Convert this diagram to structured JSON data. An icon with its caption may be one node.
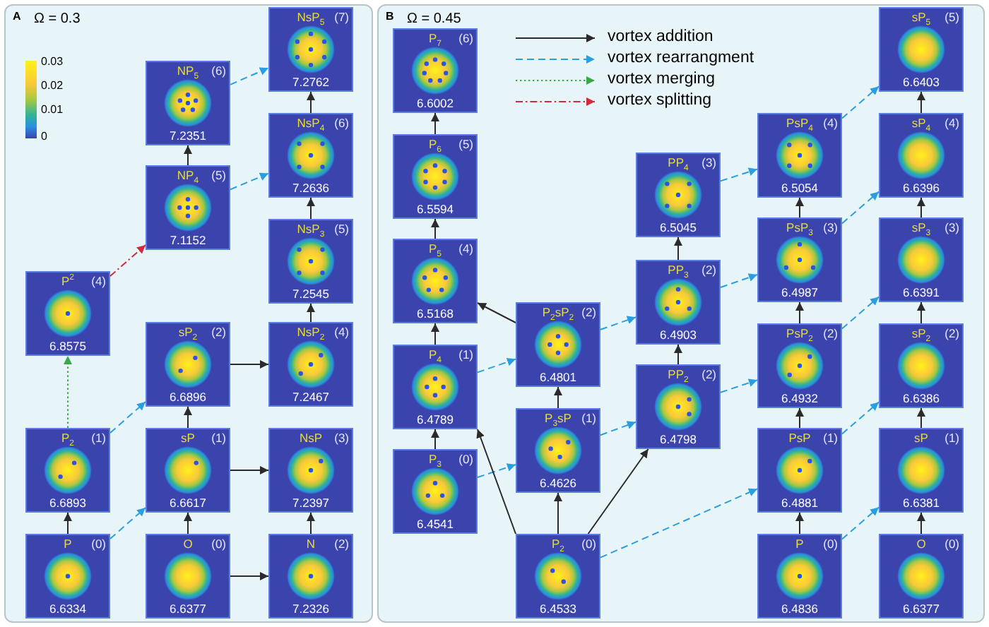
{
  "diagram": {
    "nodes": [
      {
        "text": [
          "A",
          "Ω = 0.3"
        ]
      },
      {
        "text": [
          "NsP$_{5}$",
          "(7)",
          "7.2762"
        ],
        "in": 0
      },
      {
        "text": [
          "NP$_{5}$",
          "(6)",
          "7.2351"
        ],
        "in": 0
      },
      {
        "text": [
          "NsP$_{4}$",
          "(6)",
          "7.2636"
        ],
        "in": 0
      },
      {
        "text": [
          "NP$_{4}$",
          "(5)",
          "7.1152"
        ],
        "in": 0
      },
      {
        "text": [
          "NsP$_{3}$",
          "(5)",
          "7.2545"
        ],
        "in": 0
      },
      {
        "text": [
          "P$^{2}$",
          "(4)",
          "6.8575"
        ],
        "in": 0
      },
      {
        "text": [
          "sP$_{2}$",
          "(2)",
          "6.6896"
        ],
        "in": 0
      },
      {
        "text": [
          "NsP$_{2}$",
          "(4)",
          "7.2467"
        ],
        "in": 0
      },
      {
        "text": [
          "P$_{2}$",
          "(1)",
          "6.6893"
        ],
        "in": 0
      },
      {
        "text": [
          "sP",
          "(1)",
          "6.6617"
        ],
        "in": 0
      },
      {
        "text": [
          "NsP",
          "(3)",
          "7.2397"
        ],
        "in": 0
      },
      {
        "text": [
          "P",
          "(0)",
          "6.6334"
        ],
        "in": 0
      },
      {
        "text": [
          "O",
          "(0)",
          "6.6377"
        ],
        "in": 0
      },
      {
        "text": [
          "N",
          "(2)",
          "7.2326"
        ],
        "in": 0
      },
      {
        "text": [
          "B",
          "Ω = 0.45"
        ]
      },
      {
        "text": [
          "sP$_{5}$",
          "(5)",
          "6.6403"
        ],
        "in": 15
      },
      {
        "text": [
          "P$_{7}$",
          "(6)",
          "6.6002"
        ],
        "in": 15
      },
      {
        "text": [
          "PsP$_{4}$",
          "(4)",
          "6.5054"
        ],
        "in": 15
      },
      {
        "text": [
          "sP$_{4}$",
          "(4)",
          "6.6396"
        ],
        "in": 15
      },
      {
        "text": [
          "P$_{6}$",
          "(5)",
          "6.5594"
        ],
        "in": 15
      },
      {
        "text": [
          "PP$_{4}$",
          "(3)",
          "6.5045"
        ],
        "in": 15
      },
      {
        "text": [
          "PsP$_{3}$",
          "(3)",
          "6.4987"
        ],
        "in": 15
      },
      {
        "text": [
          "sP$_{3}$",
          "(3)",
          "6.6391"
        ],
        "in": 15
      },
      {
        "text": [
          "P$_{5}$",
          "(4)",
          "6.5168"
        ],
        "in": 15
      },
      {
        "text": [
          "PP$_{3}$",
          "(2)",
          "6.4903"
        ],
        "in": 15
      },
      {
        "text": [
          "P$_{2}$sP$_{2}$",
          "(2)",
          "6.4801"
        ],
        "in": 15
      },
      {
        "text": [
          "PsP$_{2}$",
          "(2)",
          "6.4932"
        ],
        "in": 15
      },
      {
        "text": [
          "sP$_{2}$",
          "(2)",
          "6.6386"
        ],
        "in": 15
      },
      {
        "text": [
          "P$_{4}$",
          "(1)",
          "6.4789"
        ],
        "in": 15
      },
      {
        "text": [
          "PP$_{2}$",
          "(2)",
          "6.4798"
        ],
        "in": 15
      },
      {
        "text": [
          "P$_{3}$sP",
          "(1)",
          "6.4626"
        ],
        "in": 15
      },
      {
        "text": [
          "PsP",
          "(1)",
          "6.4881"
        ],
        "in": 15
      },
      {
        "text": [
          "sP",
          "(1)",
          "6.6381"
        ],
        "in": 15
      },
      {
        "text": [
          "P$_{3}$",
          "(0)",
          "6.4541"
        ],
        "in": 15
      },
      {
        "text": [
          "P$_{2}$",
          "(0)",
          "6.4533"
        ],
        "in": 15
      },
      {
        "text": [
          "P",
          "(0)",
          "6.4836"
        ],
        "in": 15
      },
      {
        "text": [
          "O",
          "(0)",
          "6.6377"
        ],
        "in": 15
      }
    ],
    "edges": [
      {
        "from": 12,
        "to": 9,
        "arrow": "to"
      },
      {
        "from": 12,
        "to": 10,
        "arrow": "to",
        "style": "dashed",
        "color": "#2a9fe0"
      },
      {
        "from": 13,
        "to": 10,
        "arrow": "to"
      },
      {
        "from": 13,
        "to": 14,
        "arrow": "to"
      },
      {
        "from": 14,
        "to": 11,
        "arrow": "to"
      },
      {
        "from": 10,
        "to": 11,
        "arrow": "to"
      },
      {
        "from": 10,
        "to": 7,
        "arrow": "to"
      },
      {
        "from": 9,
        "to": 7,
        "arrow": "to",
        "style": "dashed",
        "color": "#2a9fe0"
      },
      {
        "from": 9,
        "to": 6,
        "arrow": "to",
        "style": "dashed",
        "color": "#3aa845"
      },
      {
        "from": 7,
        "to": 8,
        "arrow": "to"
      },
      {
        "from": 8,
        "to": 5,
        "arrow": "to"
      },
      {
        "from": 5,
        "to": 3,
        "arrow": "to"
      },
      {
        "from": 3,
        "to": 1,
        "arrow": "to"
      },
      {
        "from": 6,
        "to": 4,
        "arrow": "to",
        "style": "dashed",
        "color": "#d42a3a"
      },
      {
        "from": 4,
        "to": 2,
        "arrow": "to"
      },
      {
        "from": 4,
        "to": 3,
        "arrow": "to",
        "style": "dashed",
        "color": "#2a9fe0"
      },
      {
        "from": 2,
        "to": 1,
        "arrow": "to",
        "style": "dashed",
        "color": "#2a9fe0"
      },
      {
        "from": 34,
        "to": 29,
        "arrow": "to"
      },
      {
        "from": 29,
        "to": 24,
        "arrow": "to"
      },
      {
        "from": 24,
        "to": 20,
        "arrow": "to"
      },
      {
        "from": 20,
        "to": 17,
        "arrow": "to"
      },
      {
        "from": 34,
        "to": 31,
        "arrow": "to",
        "style": "dashed",
        "color": "#2a9fe0"
      },
      {
        "from": 29,
        "to": 26,
        "arrow": "to",
        "style": "dashed",
        "color": "#2a9fe0"
      },
      {
        "from": 26,
        "to": 24,
        "arrow": "to"
      },
      {
        "from": 26,
        "to": 25,
        "arrow": "to",
        "style": "dashed",
        "color": "#2a9fe0"
      },
      {
        "from": 31,
        "to": 26,
        "arrow": "to"
      },
      {
        "from": 31,
        "to": 30,
        "arrow": "to",
        "style": "dashed",
        "color": "#2a9fe0"
      },
      {
        "from": 35,
        "to": 31,
        "arrow": "to"
      },
      {
        "from": 35,
        "to": 29,
        "arrow": "to"
      },
      {
        "from": 35,
        "to": 30,
        "arrow": "to"
      },
      {
        "from": 35,
        "to": 32,
        "arrow": "to",
        "style": "dashed",
        "color": "#2a9fe0"
      },
      {
        "from": 30,
        "to": 25,
        "arrow": "to"
      },
      {
        "from": 25,
        "to": 21,
        "arrow": "to"
      },
      {
        "from": 25,
        "to": 22,
        "arrow": "to",
        "style": "dashed",
        "color": "#2a9fe0"
      },
      {
        "from": 30,
        "to": 27,
        "arrow": "to",
        "style": "dashed",
        "color": "#2a9fe0"
      },
      {
        "from": 21,
        "to": 18,
        "arrow": "to",
        "style": "dashed",
        "color": "#2a9fe0"
      },
      {
        "from": 36,
        "to": 32,
        "arrow": "to"
      },
      {
        "from": 32,
        "to": 27,
        "arrow": "to"
      },
      {
        "from": 27,
        "to": 22,
        "arrow": "to"
      },
      {
        "from": 22,
        "to": 18,
        "arrow": "to"
      },
      {
        "from": 36,
        "to": 33,
        "arrow": "to",
        "style": "dashed",
        "color": "#2a9fe0"
      },
      {
        "from": 32,
        "to": 28,
        "arrow": "to",
        "style": "dashed",
        "color": "#2a9fe0"
      },
      {
        "from": 27,
        "to": 23,
        "arrow": "to",
        "style": "dashed",
        "color": "#2a9fe0"
      },
      {
        "from": 22,
        "to": 19,
        "arrow": "to",
        "style": "dashed",
        "color": "#2a9fe0"
      },
      {
        "from": 18,
        "to": 16,
        "arrow": "to",
        "style": "dashed",
        "color": "#2a9fe0"
      },
      {
        "from": 37,
        "to": 33,
        "arrow": "to"
      },
      {
        "from": 33,
        "to": 28,
        "arrow": "to"
      },
      {
        "from": 28,
        "to": 23,
        "arrow": "to"
      },
      {
        "from": 23,
        "to": 19,
        "arrow": "to"
      },
      {
        "from": 19,
        "to": 16,
        "arrow": "to"
      }
    ],
    "labels": [
      "0.03",
      "0.02",
      "0.01",
      "0"
    ],
    "legend": [
      {
        "text": "vortex addition"
      },
      {
        "text": "vortex rearrangment"
      },
      {
        "text": "vortex merging"
      },
      {
        "text": "vortex splitting"
      }
    ]
  }
}
